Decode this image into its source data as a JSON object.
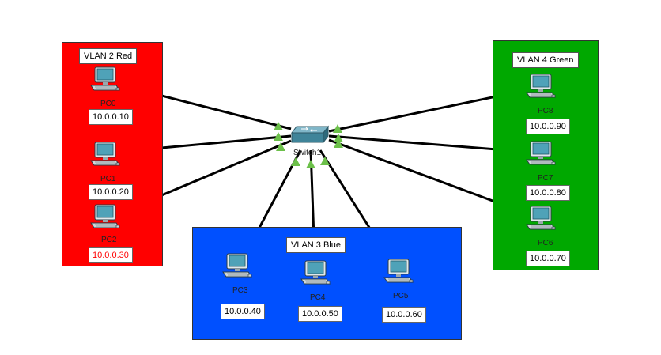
{
  "zones": {
    "red": {
      "label": "VLAN 2 Red",
      "color": "#ff0000"
    },
    "green": {
      "label": "VLAN 4 Green",
      "color": "#00a800"
    },
    "blue": {
      "label": "VLAN 3 Blue",
      "color": "#0050ff"
    }
  },
  "switch": {
    "label": "Switch1",
    "icon": "switch-icon"
  },
  "devices": [
    {
      "id": "pc0",
      "label": "PC0",
      "ip": "10.0.0.10",
      "ip_color": "#000000",
      "icon": "pc-icon"
    },
    {
      "id": "pc1",
      "label": "PC1",
      "ip": "10.0.0.20",
      "ip_color": "#000000",
      "icon": "pc-icon"
    },
    {
      "id": "pc2",
      "label": "PC2",
      "ip": "10.0.0.30",
      "ip_color": "#ff0000",
      "icon": "pc-icon"
    },
    {
      "id": "pc3",
      "label": "PC3",
      "ip": "10.0.0.40",
      "ip_color": "#000000",
      "icon": "pc-icon"
    },
    {
      "id": "pc4",
      "label": "PC4",
      "ip": "10.0.0.50",
      "ip_color": "#000000",
      "icon": "pc-icon"
    },
    {
      "id": "pc5",
      "label": "PC5",
      "ip": "10.0.0.60",
      "ip_color": "#000000",
      "icon": "pc-icon"
    },
    {
      "id": "pc6",
      "label": "PC6",
      "ip": "10.0.0.70",
      "ip_color": "#000000",
      "icon": "pc-icon"
    },
    {
      "id": "pc7",
      "label": "PC7",
      "ip": "10.0.0.80",
      "ip_color": "#000000",
      "icon": "pc-icon"
    },
    {
      "id": "pc8",
      "label": "PC8",
      "ip": "10.0.0.90",
      "ip_color": "#000000",
      "icon": "pc-icon"
    }
  ],
  "link_status_color": "#6cc04a",
  "link_color": "#000000"
}
